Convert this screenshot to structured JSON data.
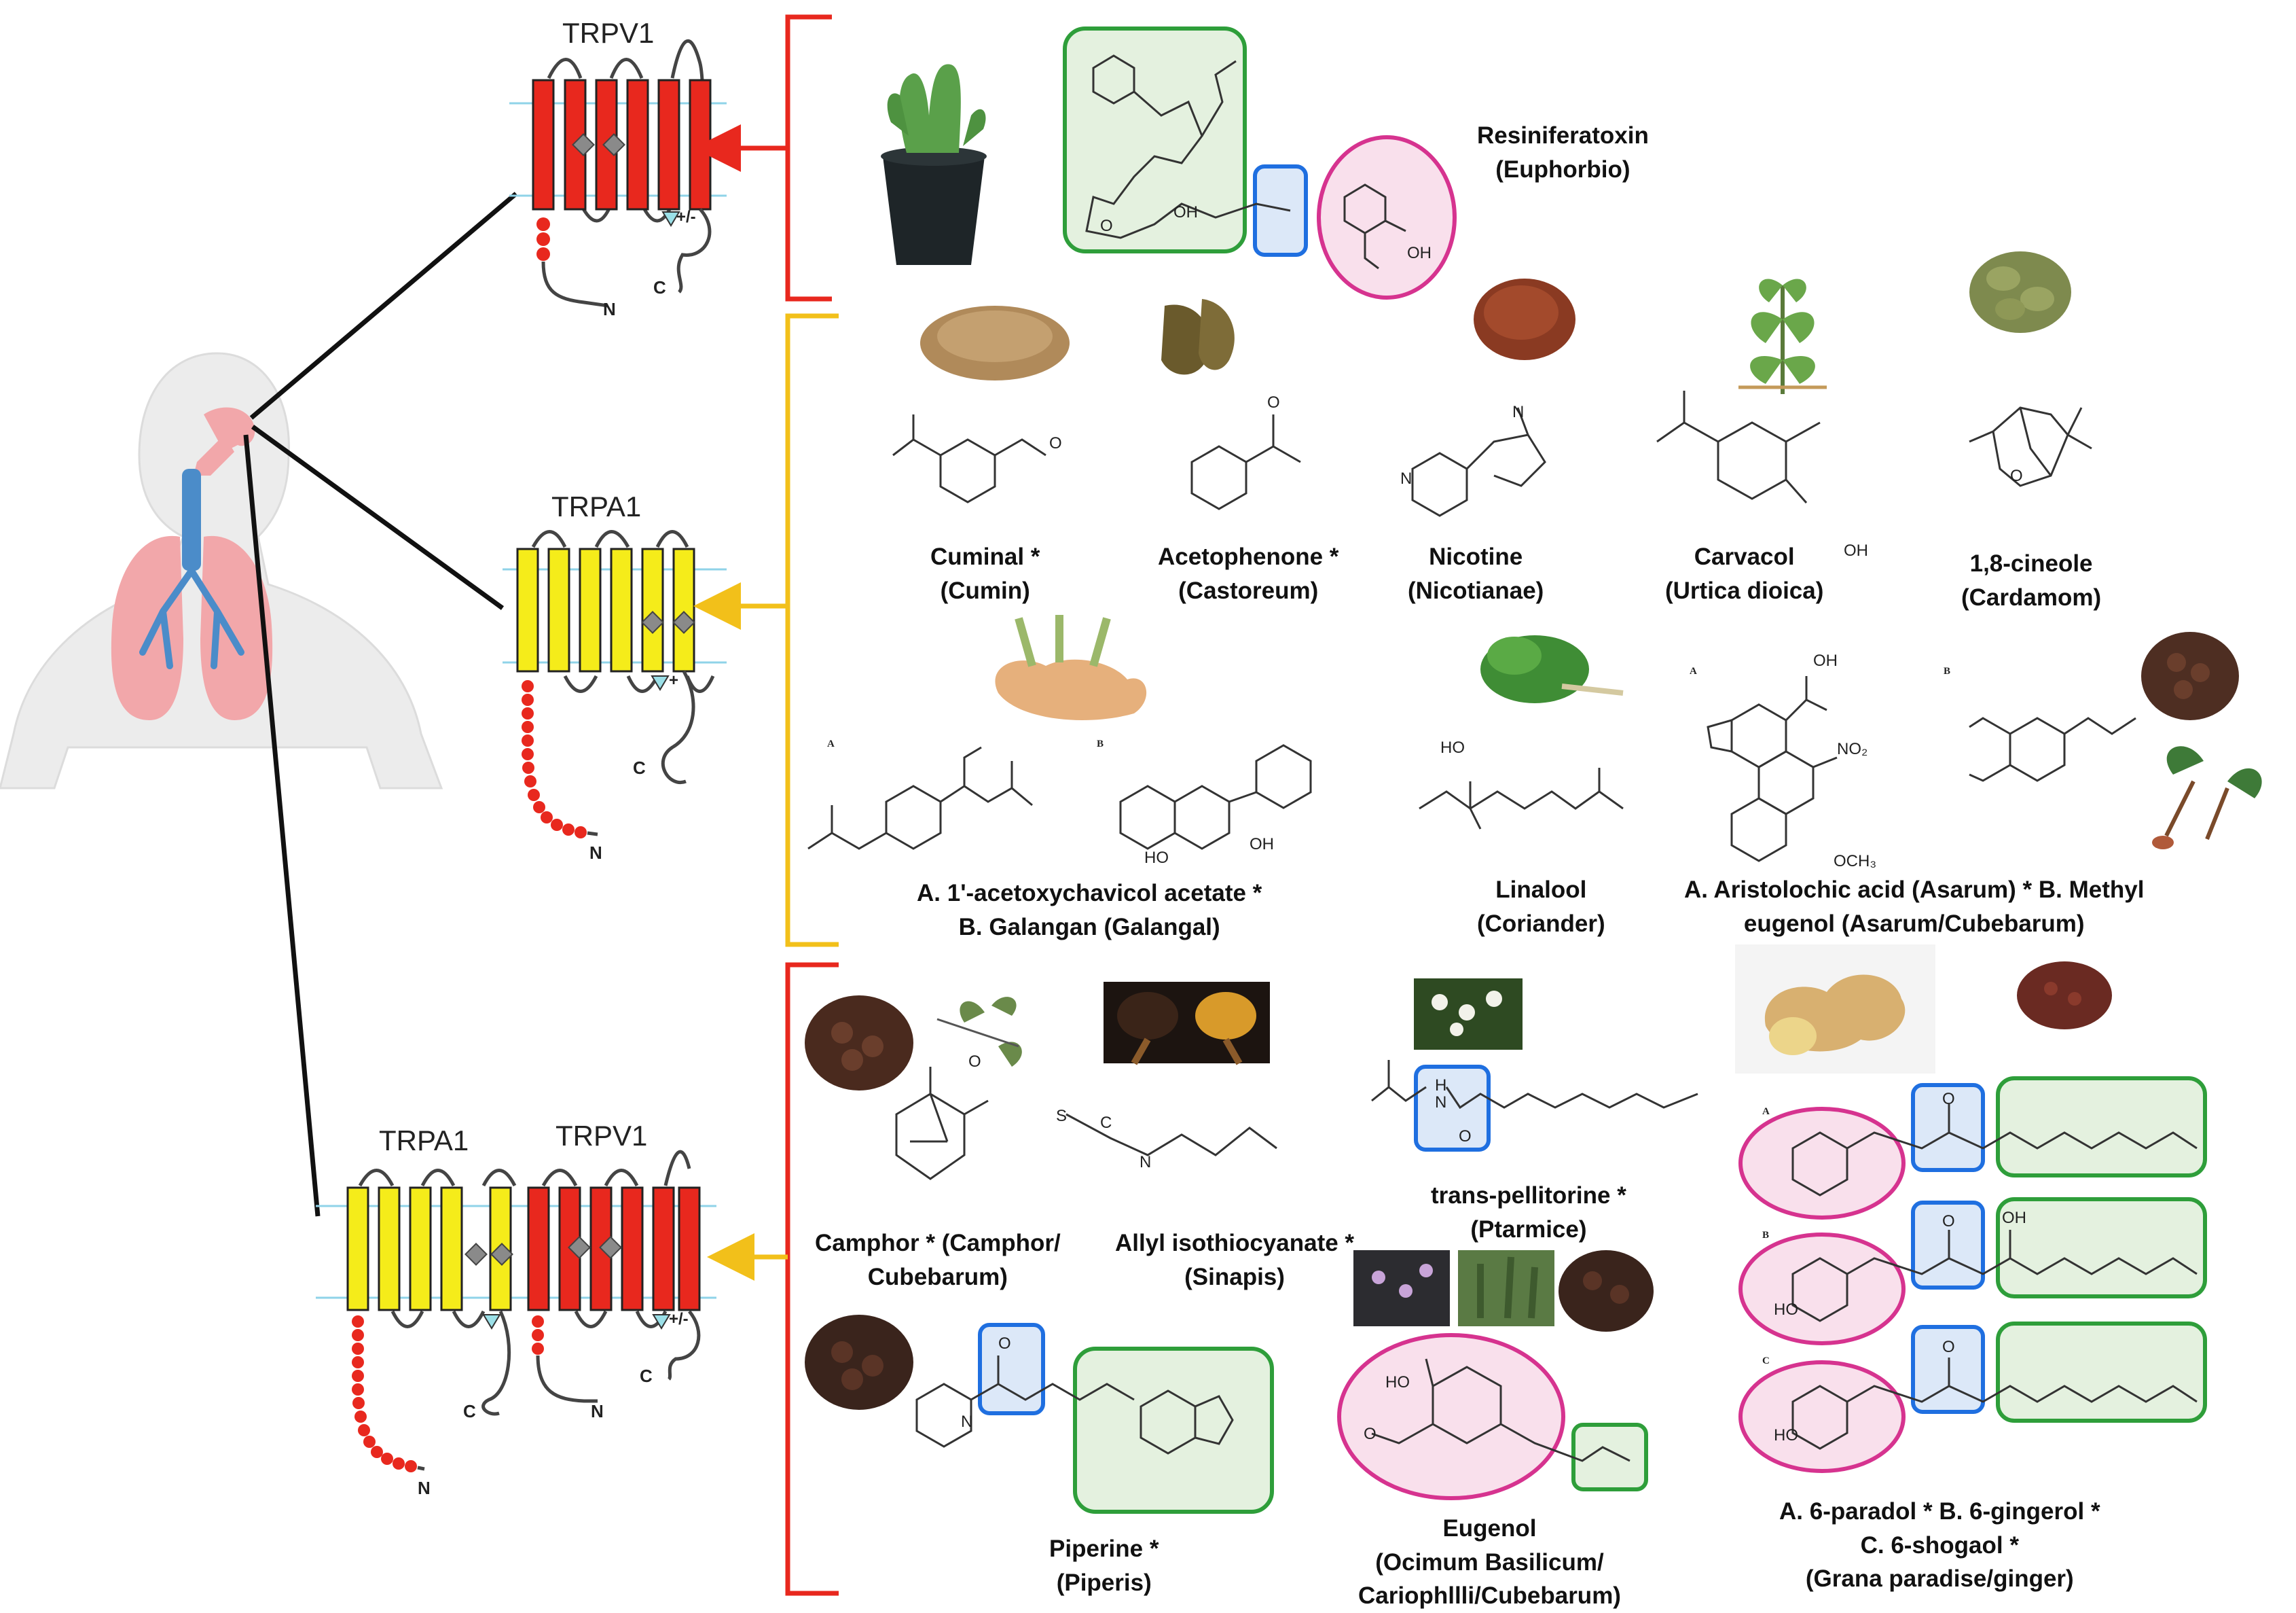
{
  "channels": {
    "top": {
      "title": "TRPV1",
      "c_terminal": "C",
      "n_terminal": "N",
      "charge": "+/-"
    },
    "middle": {
      "title": "TRPA1",
      "c_terminal": "C",
      "n_terminal": "N",
      "charge": "+"
    },
    "bottom_left": {
      "title": "TRPA1",
      "c_terminal": "C",
      "n_terminal": "N"
    },
    "bottom_right": {
      "title": "TRPV1",
      "c_terminal": "C",
      "n_terminal": "N",
      "charge": "+/-"
    }
  },
  "compounds": {
    "resiniferatoxin": {
      "line1": "Resiniferatoxin",
      "line2": "(Euphorbio)"
    },
    "cuminal": {
      "line1": "Cuminal *",
      "line2": "(Cumin)"
    },
    "acetophenone": {
      "line1": "Acetophenone *",
      "line2": "(Castoreum)"
    },
    "nicotine": {
      "line1": "Nicotine",
      "line2": "(Nicotianae)"
    },
    "carvacol": {
      "line1": "Carvacol",
      "line2": "(Urtica dioica)"
    },
    "cineole": {
      "line1": "1,8-cineole",
      "line2": "(Cardamom)"
    },
    "acetoxychavicol": {
      "line1": "A. 1'-acetoxychavicol acetate *",
      "line2": "B. Galangan (Galangal)"
    },
    "linalool": {
      "line1": "Linalool",
      "line2": "(Coriander)"
    },
    "aristolochic": {
      "line1": "A. Aristolochic acid  (Asarum) *  B. Methyl",
      "line2": "eugenol (Asarum/Cubebarum)"
    },
    "camphor": {
      "line1": "Camphor * (Camphor/",
      "line2": "Cubebarum)"
    },
    "allyl": {
      "line1": "Allyl isothiocyanate *",
      "line2": "(Sinapis)"
    },
    "pellitorine": {
      "line1": "trans-pellitorine *",
      "line2": "(Ptarmice)"
    },
    "piperine": {
      "line1": "Piperine *",
      "line2": "(Piperis)"
    },
    "eugenol": {
      "line1": "Eugenol",
      "line2": "(Ocimum Basilicum/",
      "line3": "Cariophllli/Cubebarum)"
    },
    "gingerols": {
      "line1": "A. 6-paradol  * B. 6-gingerol  *",
      "line2": "C. 6-shogaol *",
      "line3": "(Grana paradise/ginger)"
    }
  },
  "structure_letters": {
    "a1": "A",
    "b1": "B",
    "a2": "A",
    "b2": "B",
    "ga": "A",
    "gb": "B",
    "gc": "C"
  },
  "atoms": {
    "O": "O",
    "OH": "OH",
    "HO": "HO",
    "N": "N",
    "H": "H",
    "S": "S",
    "C": "C",
    "NO2": "NO₂",
    "OCH3": "OCH₃"
  },
  "colors": {
    "trpv1": "#e8281e",
    "trpa1": "#f5ec1a",
    "red_bracket": "#e8281e",
    "yellow_bracket": "#f2c01a",
    "membrane": "#8fd3e8",
    "green_box": "#2e9e3a",
    "green_fill": "#e4f1df",
    "blue_box": "#1f6fe0",
    "blue_fill": "#dce8f8",
    "pink_ring": "#d6338f",
    "pink_fill": "#f9e0ec"
  }
}
